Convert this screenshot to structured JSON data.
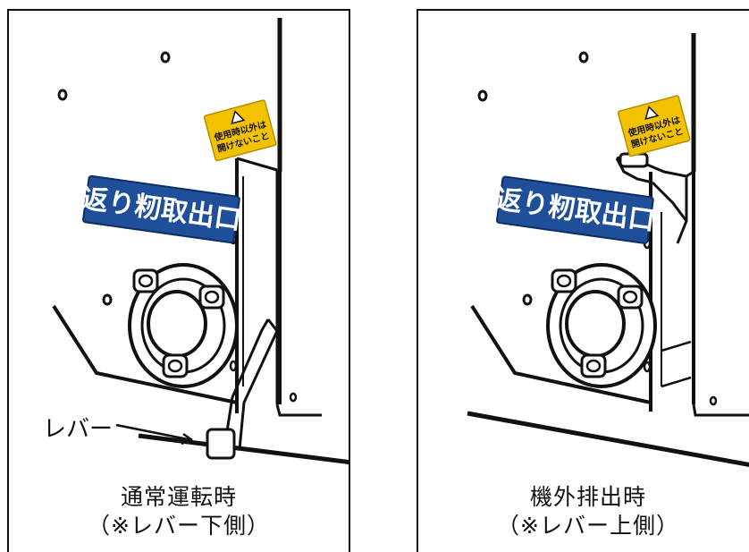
{
  "colors": {
    "label_blue": "#1f4f99",
    "warning_yellow": "#f2c200",
    "line": "#111111"
  },
  "panels": [
    {
      "caption_line1": "通常運転時",
      "caption_line2": "（※レバー下側）",
      "sign_text": "返り籾取出口",
      "warning_text_line1": "使用時以外は",
      "warning_text_line2": "開けないこと",
      "lever_position": "down"
    },
    {
      "caption_line1": "機外排出時",
      "caption_line2": "（※レバー上側）",
      "sign_text": "返り籾取出口",
      "warning_text_line1": "使用時以外は",
      "warning_text_line2": "開けないこと",
      "lever_position": "up"
    }
  ],
  "callout": {
    "lever_label": "レバー"
  }
}
